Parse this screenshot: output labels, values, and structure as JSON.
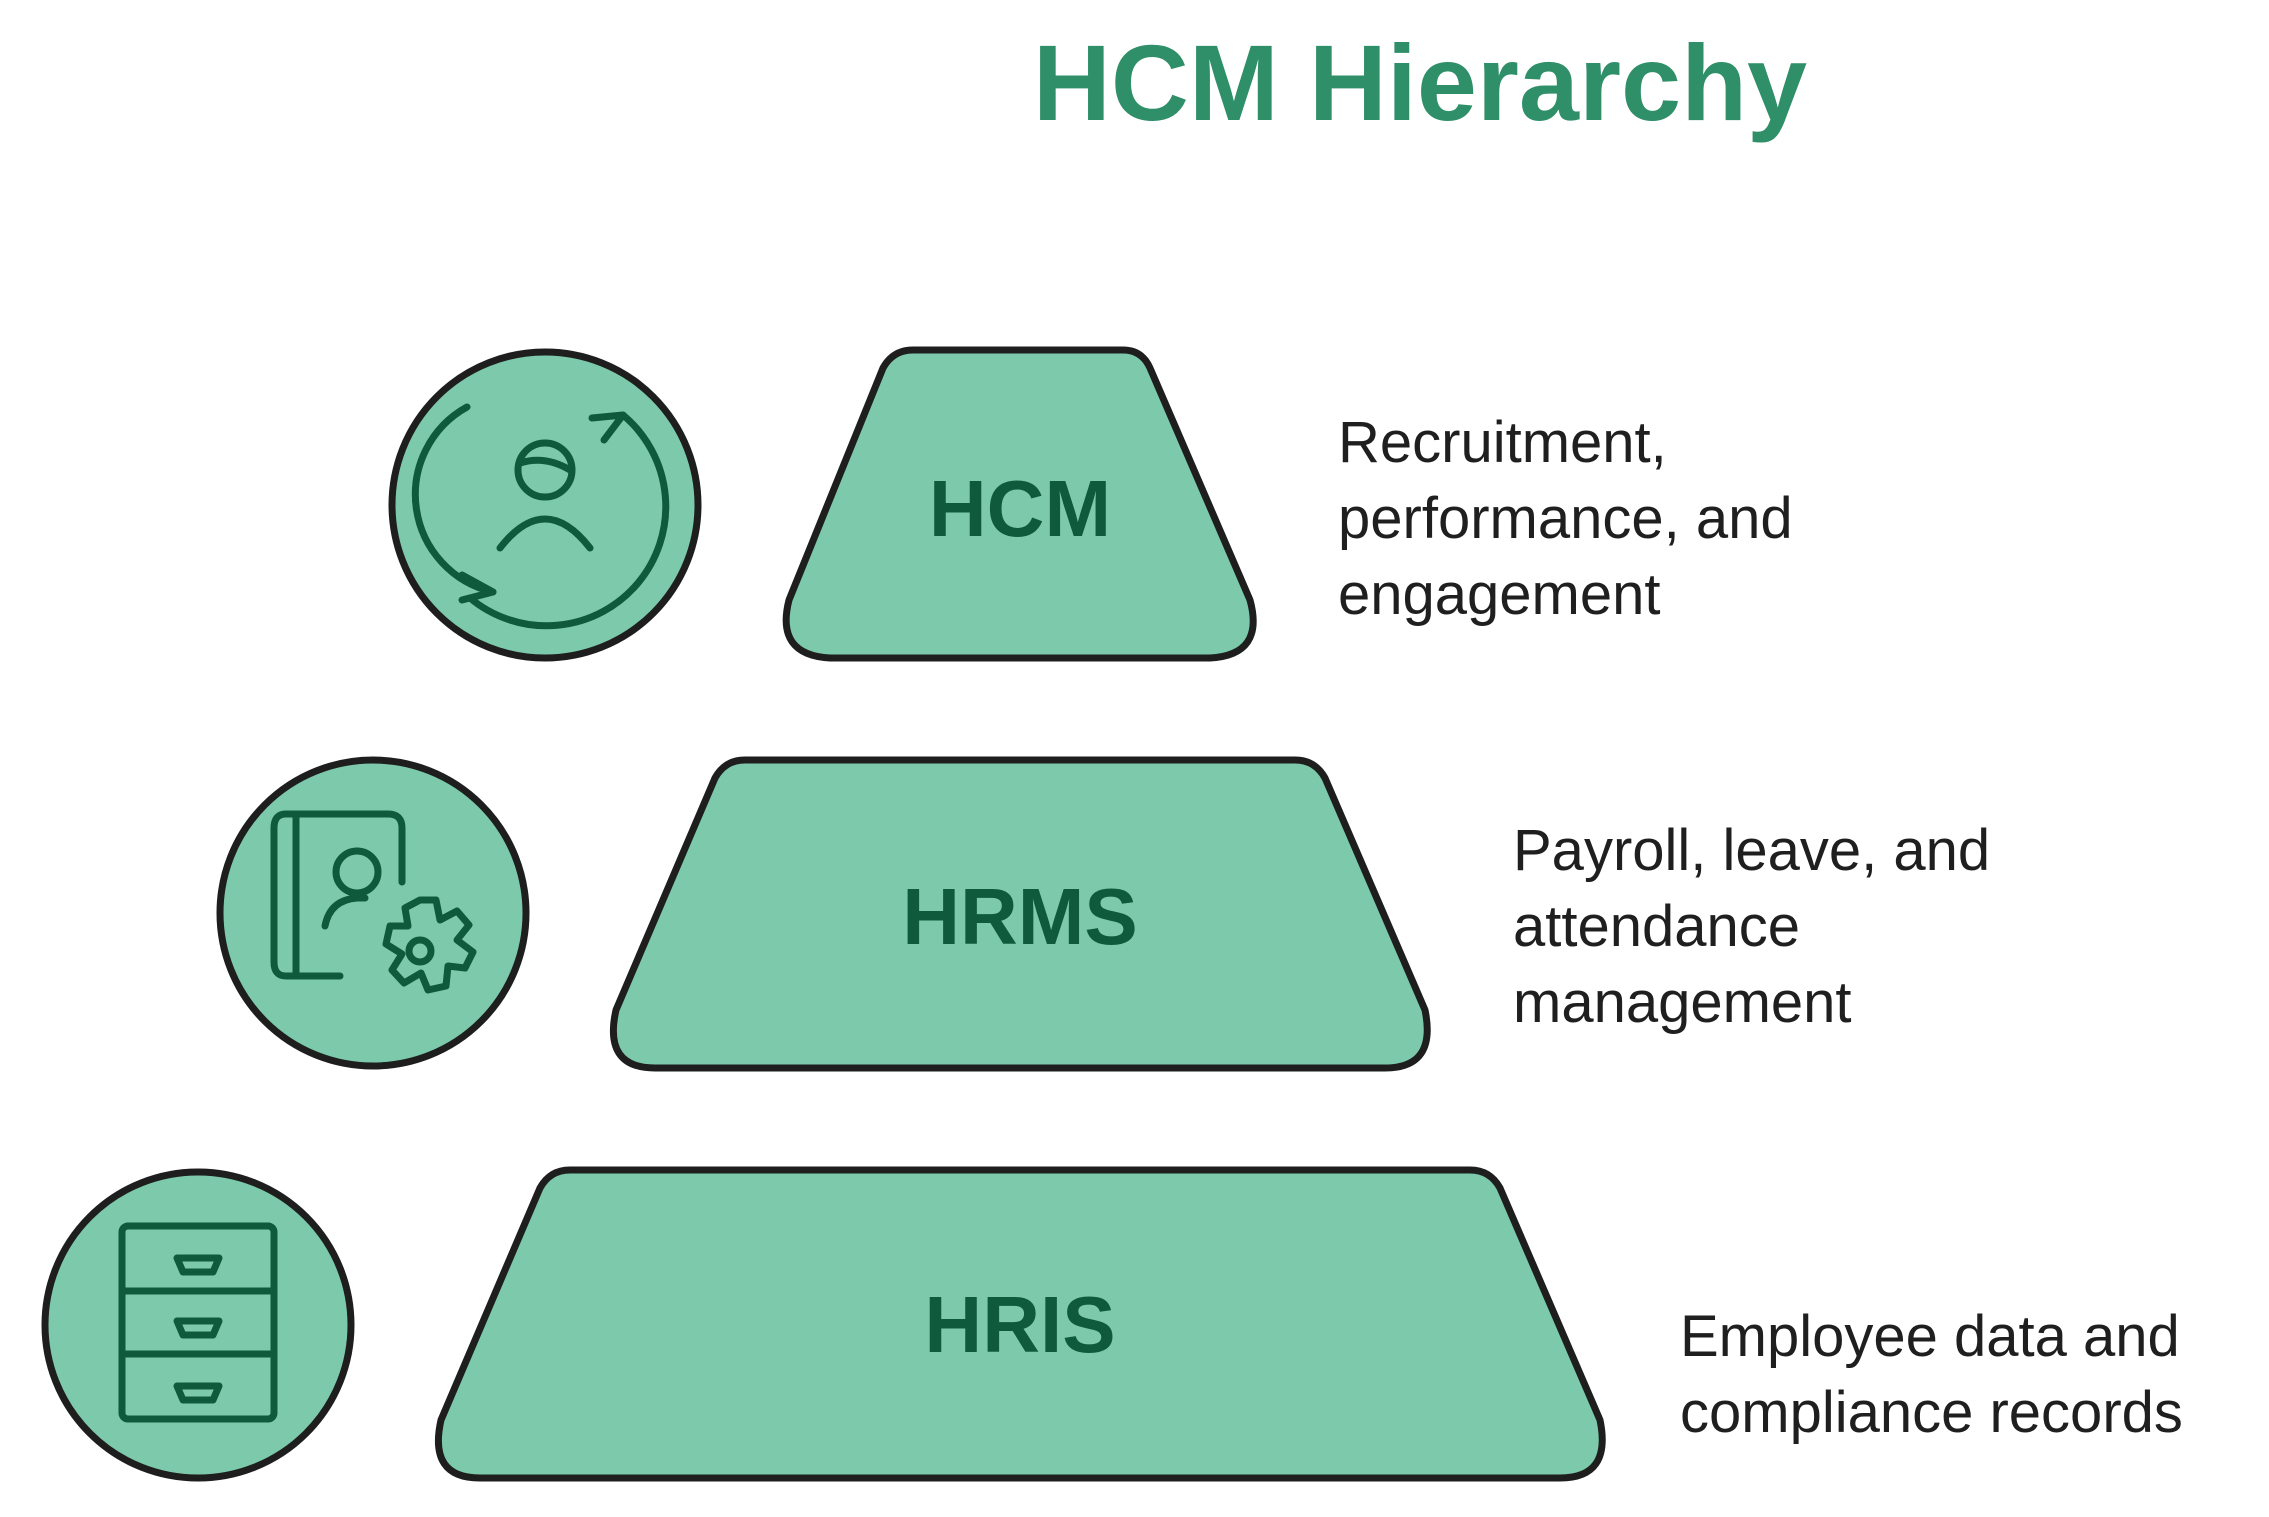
{
  "title": "HCM Hierarchy",
  "colors": {
    "title": "#2e8f68",
    "fill": "#7ccaab",
    "outline": "#1e1e1e",
    "icon_stroke": "#0f5a3c",
    "label_text": "#0f5a3c",
    "description_text": "#1f1f1f"
  },
  "tiers": [
    {
      "label": "HCM",
      "icon": "user-cycle-icon",
      "description": [
        "Recruitment,",
        "performance, and",
        "engagement"
      ]
    },
    {
      "label": "HRMS",
      "icon": "profile-settings-icon",
      "description": [
        "Payroll, leave, and",
        "attendance",
        "management"
      ]
    },
    {
      "label": "HRIS",
      "icon": "filing-cabinet-icon",
      "description": [
        "Employee data and",
        "compliance records"
      ]
    }
  ]
}
